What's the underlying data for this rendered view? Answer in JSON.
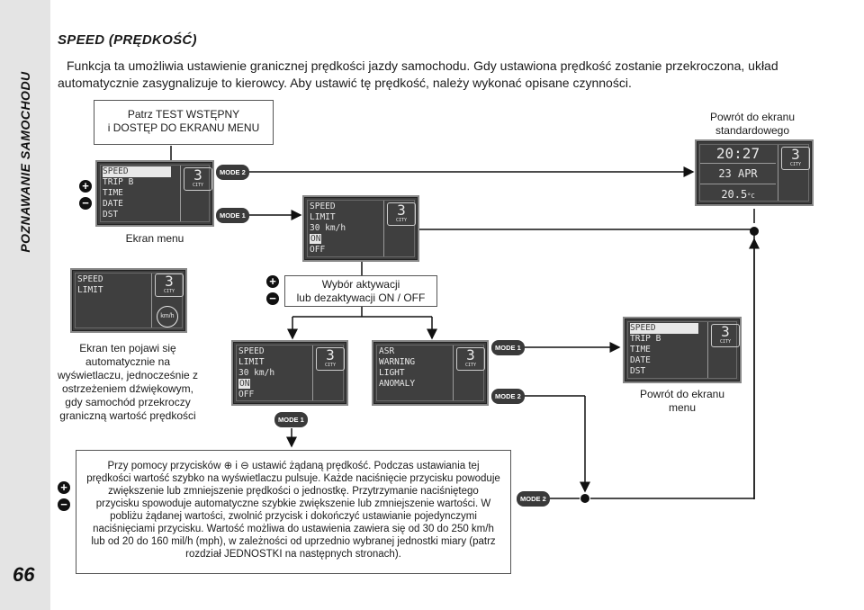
{
  "side": {
    "title": "POZNAWANIE SAMOCHODU",
    "page_number": "66"
  },
  "heading": "SPEED (PRĘDKOŚĆ)",
  "intro": "Funkcja ta umożliwia ustawienie granicznej prędkości jazdy samochodu. Gdy ustawiona prędkość zostanie przekroczona, układ automatycznie zasygnalizuje to kierowcy. Aby ustawić tę prędkość, należy wykonać opisane czynności.",
  "boxes": {
    "start_line1": "Patrz TEST WSTĘPNY",
    "start_line2": "i DOSTĘP DO EKRANU MENU",
    "choice_line1": "Wybór aktywacji",
    "choice_line2": "lub dezaktywacji ON / OFF",
    "bottom_text": "Przy pomocy przycisków ⊕ i ⊖ ustawić żądaną prędkość. Podczas ustawiania tej prędkości wartość szybko na wyświetlaczu pulsuje. Każde naciśnięcie przycisku powoduje zwiększenie lub zmniejszenie prędkości o jednostkę. Przytrzymanie naciśniętego przycisku spowoduje automatyczne szybkie zwiększenie lub zmniejszenie wartości. W pobliżu żądanej wartości, zwolnić przycisk i dokończyć ustawianie pojedynczymi naciśnięciami przycisku. Wartość możliwa do ustawienia zawiera się od 30 do 250 km/h lub od 20 do 160 mil/h (mph), w zależności od uprzednio wybranej jednostki miary (patrz rozdział JEDNOSTKI na następnych stronach)."
  },
  "captions": {
    "menu_screen": "Ekran menu",
    "return_standard_line1": "Powrót do ekranu",
    "return_standard_line2": "standardowego",
    "return_menu_line1": "Powrót do ekranu",
    "return_menu_line2": "menu",
    "auto_screen": "Ekran ten pojawi się automatycznie na wyświetlaczu, jednocześnie z ostrzeżeniem dźwiękowym, gdy samochód przekroczy graniczną wartość prędkości"
  },
  "buttons": {
    "mode1": "MODE 1",
    "mode2": "MODE 2",
    "plus": "+",
    "minus": "−"
  },
  "screens": {
    "gear_number": "3",
    "gear_label": "CITY",
    "menu": [
      "SPEED",
      "TRIP B",
      "TIME",
      "DATE",
      "DST"
    ],
    "speed_limit": [
      "SPEED",
      "LIMIT",
      "30 km/h",
      "ON",
      "OFF"
    ],
    "warning": [
      "SPEED",
      "LIMIT"
    ],
    "warning_icon": "km/h",
    "asr": [
      "ASR",
      "WARNING",
      "LIGHT",
      "ANOMALY"
    ],
    "standard_time": "20:27",
    "standard_date": "23 APR",
    "standard_temp": "20.5",
    "standard_temp_unit": "°C"
  },
  "colors": {
    "screen_bg": "#3f3f3f",
    "lcd_text": "#e8e8e8",
    "button_bg": "#3a3a3a",
    "side_strip": "#e4e4e4"
  }
}
